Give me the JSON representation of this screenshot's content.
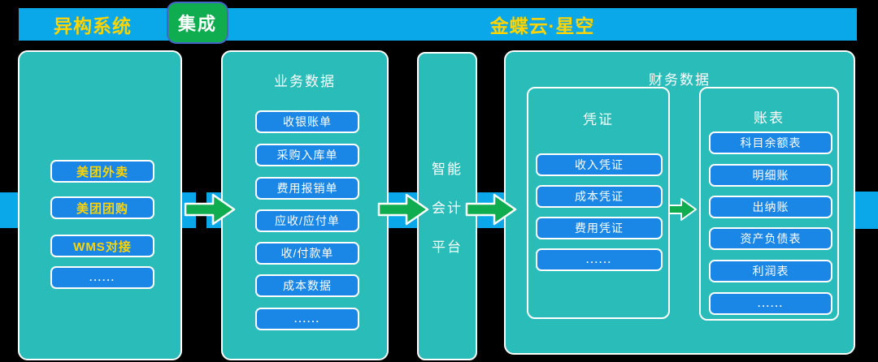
{
  "colors": {
    "header_blue": "#0AA8E8",
    "panel_teal": "#29BCB8",
    "button_blue": "#1A86E6",
    "arrow_green": "#10AC50",
    "accent_yellow": "#FFD400",
    "text_white": "#FFFFFF",
    "background_black": "#000000"
  },
  "header": {
    "left_label": "异构系统",
    "badge_label": "集成",
    "right_label": "金蝶云·星空"
  },
  "source_panel": {
    "items": [
      "美团外卖",
      "美团团购",
      "WMS对接",
      "......"
    ]
  },
  "business_panel": {
    "title": "业务数据",
    "items": [
      "收银账单",
      "采购入库单",
      "费用报销单",
      "应收/应付单",
      "收/付款单",
      "成本数据",
      "......"
    ]
  },
  "platform_panel": {
    "lines": [
      "智能",
      "会计",
      "平台"
    ]
  },
  "finance_panel": {
    "title": "财务数据",
    "voucher_panel": {
      "title": "凭证",
      "items": [
        "收入凭证",
        "成本凭证",
        "费用凭证",
        "......"
      ]
    },
    "report_panel": {
      "title": "账表",
      "items": [
        "科目余额表",
        "明细账",
        "出纳账",
        "资产负债表",
        "利润表",
        "......"
      ]
    }
  }
}
